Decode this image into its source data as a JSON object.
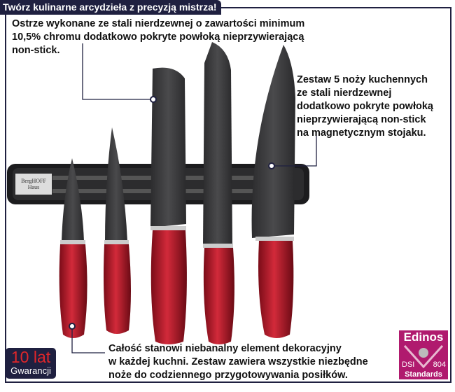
{
  "header": {
    "title": "Twórz kulinarne arcydzieła z precyzją mistrza!"
  },
  "callouts": {
    "blade": "Ostrze wykonane ze stali nierdzewnej o zawartości minimum\n10,5% chromu dodatkowo pokryte powłoką nieprzywierającą\nnon-stick.",
    "set": "Zestaw 5 noży kuchennych\nze stali nierdzewnej\ndodatkowo pokryte powłoką\nnieprzywierającą non-stick\nna magnetycznym stojaku.",
    "decor": "Całość stanowi niebanalny element dekoracyjny\nw każdej kuchni. Zestaw zawiera wszystkie niezbędne\nnoże do codziennego przygotowywania posiłków."
  },
  "brand": {
    "name": "BergHOFF Haus"
  },
  "warranty": {
    "years": "10 lat",
    "label": "Gwarancji"
  },
  "certificate": {
    "title": "Edinos",
    "left": "DSI",
    "right": "804",
    "bottom": "Standards"
  },
  "colors": {
    "navy": "#1f2040",
    "handle": "#b5182a",
    "blade": "#3a3a3c",
    "badge": "#b01a6e"
  }
}
